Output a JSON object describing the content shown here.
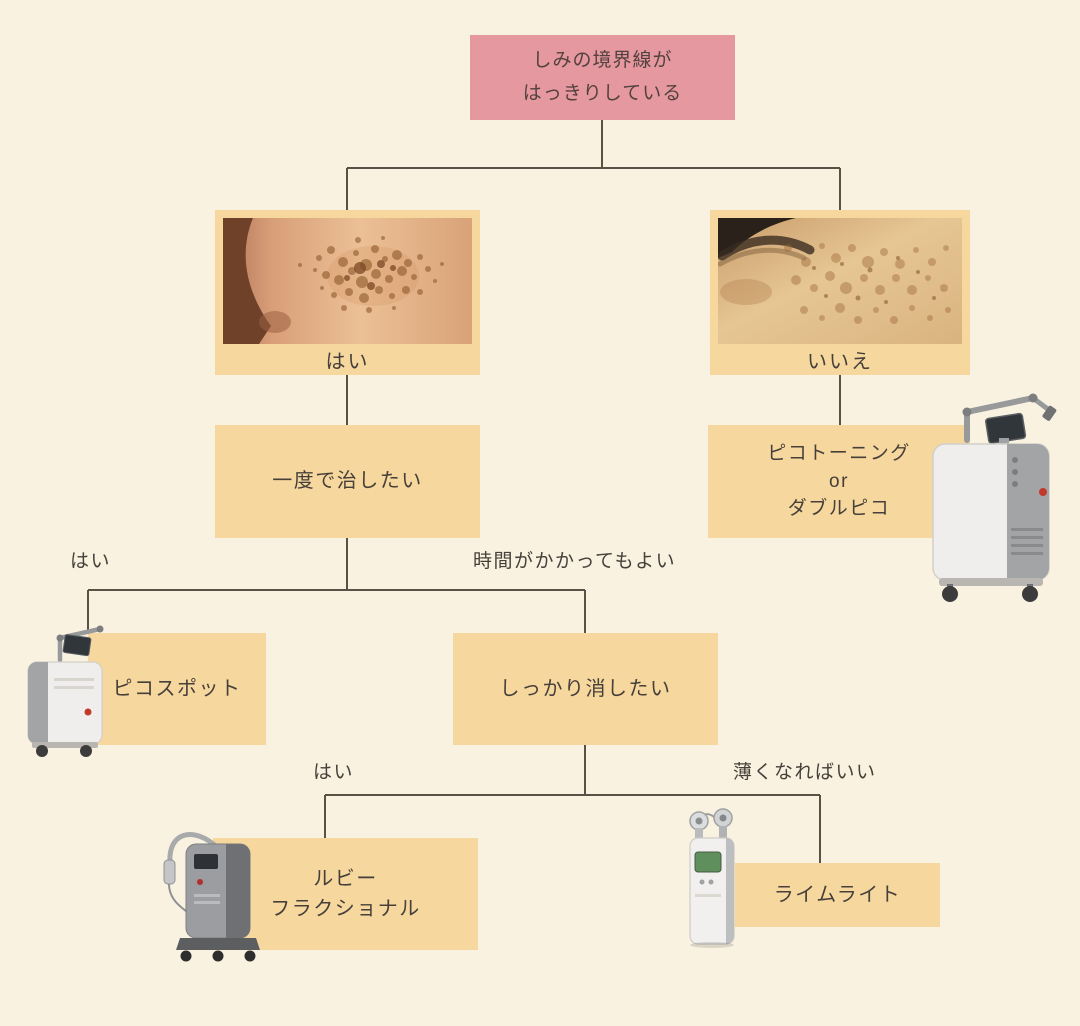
{
  "colors": {
    "background": "#f9f2e0",
    "root_box": "#e5989f",
    "node_box": "#f6d79e",
    "connector": "#5c4f45",
    "text": "#47403a"
  },
  "root_node": {
    "text_line1": "しみの境界線が",
    "text_line2": "はっきりしている"
  },
  "photo_nodes": {
    "yes": {
      "label": "はい",
      "image_name": "clear-bordered-spots-photo"
    },
    "no": {
      "label": "いいえ",
      "image_name": "diffuse-spots-photo"
    }
  },
  "decision_nodes": {
    "fix_once": {
      "label": "一度で治したい"
    },
    "erase_completely": {
      "label": "しっかり消したい"
    }
  },
  "treatment_nodes": {
    "pico_toning": {
      "line1": "ピコトーニング",
      "line2": "or",
      "line3": "ダブルピコ"
    },
    "pico_spot": {
      "label": "ピコスポット"
    },
    "ruby_fractional": {
      "line1": "ルビー",
      "line2": "フラクショナル"
    },
    "limelight": {
      "label": "ライムライト"
    }
  },
  "edge_labels": {
    "fix_once_yes": "はい",
    "fix_once_no": "時間がかかってもよい",
    "erase_yes": "はい",
    "erase_no": "薄くなればいい"
  },
  "machine_icons": {
    "right_top": "pico-laser-machine-icon",
    "left_mid": "pico-laser-machine-small-icon",
    "bottom_left": "ruby-fractional-laser-machine-icon",
    "bottom_right": "limelight-ipl-machine-icon"
  }
}
